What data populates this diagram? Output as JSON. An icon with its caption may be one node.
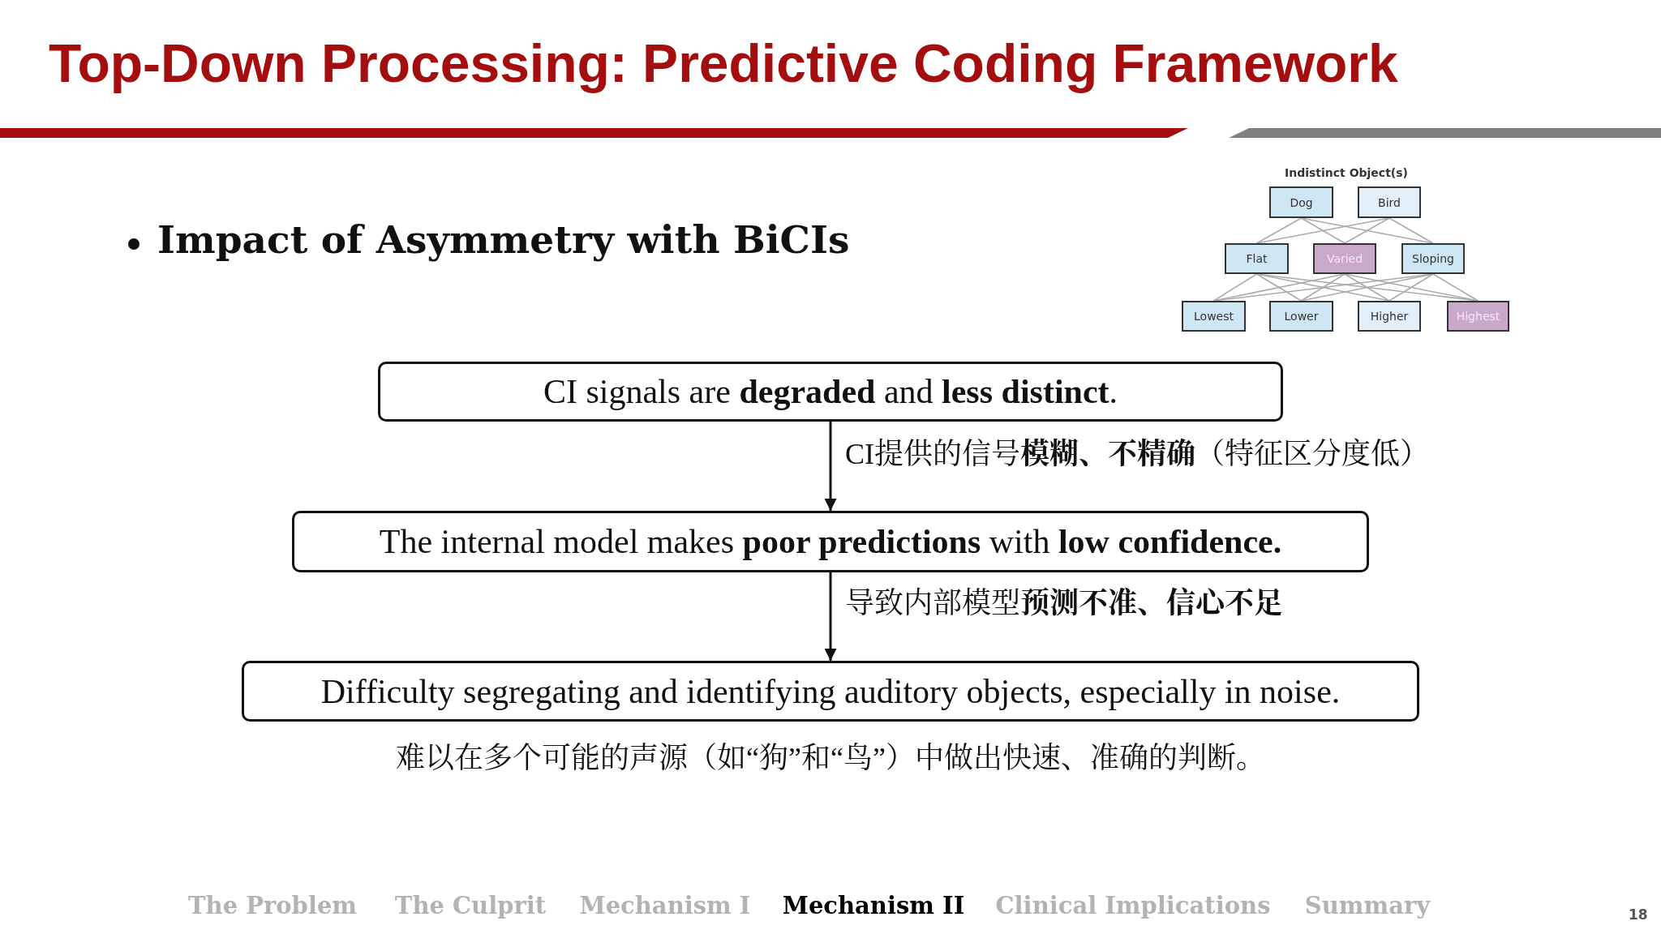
{
  "diagram": {
    "title": "Top-Down Processing: Predictive Coding Framework",
    "nodes": [
      {
        "text": [
          "CI signals are **degraded** and **less distinct**."
        ]
      },
      {
        "text": [
          "The internal model makes **poor predictions** with **low confidence.**"
        ]
      },
      {
        "text": [
          "Difficulty segregating and identifying auditory objects, especially in noise."
        ],
        "beside": [
          "难以在多个可能的声源（如“狗”和“鸟”）中做出快速、准确的判断。"
        ]
      },
      {
        "text": [
          "Dog"
        ]
      },
      {
        "text": [
          "Bird"
        ]
      },
      {
        "text": [
          "Flat"
        ]
      },
      {
        "text": [
          "Varied"
        ]
      },
      {
        "text": [
          "Sloping"
        ]
      },
      {
        "text": [
          "Lowest"
        ]
      },
      {
        "text": [
          "Lower"
        ]
      },
      {
        "text": [
          "Higher"
        ]
      },
      {
        "text": [
          "Highest"
        ]
      }
    ],
    "edges": [
      {
        "from": 0,
        "to": 1,
        "arrow": "to",
        "color": "#111111",
        "label": "CI提供的信号**模糊、不精确**（特征区分度低）"
      },
      {
        "from": 1,
        "to": 2,
        "arrow": "to",
        "color": "#111111",
        "label": "导致内部模型**预测不准、信心不足**"
      },
      {
        "from": 3,
        "to": 5,
        "arrow": "none",
        "color": "#aaaaaa"
      },
      {
        "from": 3,
        "to": 6,
        "arrow": "none",
        "color": "#aaaaaa"
      },
      {
        "from": 3,
        "to": 7,
        "arrow": "none",
        "color": "#aaaaaa"
      },
      {
        "from": 4,
        "to": 5,
        "arrow": "none",
        "color": "#aaaaaa"
      },
      {
        "from": 4,
        "to": 6,
        "arrow": "none",
        "color": "#aaaaaa"
      },
      {
        "from": 4,
        "to": 7,
        "arrow": "none",
        "color": "#aaaaaa"
      },
      {
        "from": 5,
        "to": 8,
        "arrow": "none",
        "color": "#aaaaaa"
      },
      {
        "from": 5,
        "to": 9,
        "arrow": "none",
        "color": "#aaaaaa"
      },
      {
        "from": 5,
        "to": 10,
        "arrow": "none",
        "color": "#aaaaaa"
      },
      {
        "from": 5,
        "to": 11,
        "arrow": "none",
        "color": "#aaaaaa"
      },
      {
        "from": 6,
        "to": 8,
        "arrow": "none",
        "color": "#aaaaaa"
      },
      {
        "from": 6,
        "to": 9,
        "arrow": "none",
        "color": "#aaaaaa"
      },
      {
        "from": 6,
        "to": 10,
        "arrow": "none",
        "color": "#aaaaaa"
      },
      {
        "from": 6,
        "to": 11,
        "arrow": "none",
        "color": "#aaaaaa"
      },
      {
        "from": 7,
        "to": 8,
        "arrow": "none",
        "color": "#aaaaaa"
      },
      {
        "from": 7,
        "to": 9,
        "arrow": "none",
        "color": "#aaaaaa"
      },
      {
        "from": 7,
        "to": 10,
        "arrow": "none",
        "color": "#aaaaaa"
      },
      {
        "from": 7,
        "to": 11,
        "arrow": "none",
        "color": "#aaaaaa"
      }
    ],
    "labels": [
      "Impact of Asymmetry with BiCIs",
      "Indistinct Object(s)",
      "The Problem",
      "The Culprit",
      "Mechanism I",
      "Mechanism II",
      "Clinical Implications",
      "Summary",
      "18"
    ]
  }
}
